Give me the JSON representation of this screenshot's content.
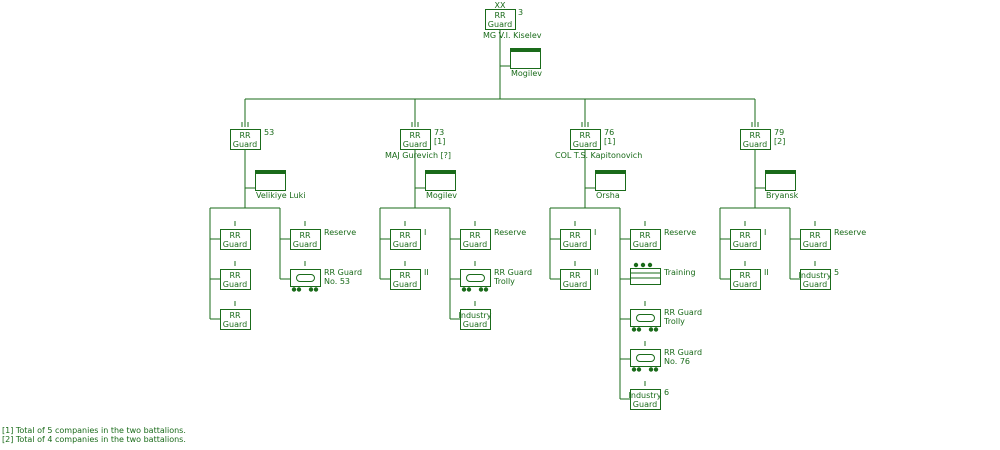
{
  "colors": {
    "line": "#1a6b1a",
    "background": "#ffffff"
  },
  "division": {
    "echelon": "XX",
    "unit": [
      "RR",
      "Guard"
    ],
    "number": "3",
    "commander": "MG  V.I. Kiselev",
    "hq_location": "Mogilev"
  },
  "regiments": [
    {
      "echelon": "III",
      "unit": [
        "RR",
        "Guard"
      ],
      "number": "53",
      "note": "",
      "commander": "",
      "hq_location": "Velikiye Luki",
      "battalions": [
        {
          "unit": [
            "RR",
            "Guard"
          ],
          "designation": ""
        },
        {
          "unit": [
            "RR",
            "Guard"
          ],
          "designation": ""
        },
        {
          "unit": [
            "RR",
            "Guard"
          ],
          "designation": ""
        }
      ],
      "support": [
        {
          "type": "rr-guard",
          "unit": [
            "RR",
            "Guard"
          ],
          "side_label": [
            "Reserve"
          ]
        },
        {
          "type": "trolly",
          "unit": [],
          "side_label": [
            "RR Guard",
            "No. 53"
          ]
        }
      ]
    },
    {
      "echelon": "III",
      "unit": [
        "RR",
        "Guard"
      ],
      "number": "73",
      "note": "[1]",
      "commander": "MAJ  Gurevich [?]",
      "hq_location": "Mogilev",
      "battalions": [
        {
          "unit": [
            "RR",
            "Guard"
          ],
          "designation": "I"
        },
        {
          "unit": [
            "RR",
            "Guard"
          ],
          "designation": "II"
        }
      ],
      "support": [
        {
          "type": "rr-guard",
          "unit": [
            "RR",
            "Guard"
          ],
          "side_label": [
            "Reserve"
          ]
        },
        {
          "type": "trolly",
          "unit": [],
          "side_label": [
            "RR Guard",
            "Trolly"
          ]
        },
        {
          "type": "industry",
          "unit": [
            "Industry",
            "Guard"
          ],
          "side_label": []
        }
      ]
    },
    {
      "echelon": "III",
      "unit": [
        "RR",
        "Guard"
      ],
      "number": "76",
      "note": "[1]",
      "commander": "COL  T.S. Kapitonovich",
      "hq_location": "Orsha",
      "battalions": [
        {
          "unit": [
            "RR",
            "Guard"
          ],
          "designation": "I"
        },
        {
          "unit": [
            "RR",
            "Guard"
          ],
          "designation": "II"
        }
      ],
      "support": [
        {
          "type": "rr-guard",
          "unit": [
            "RR",
            "Guard"
          ],
          "side_label": [
            "Reserve"
          ]
        },
        {
          "type": "training",
          "unit": [],
          "side_label": [
            "Training"
          ]
        },
        {
          "type": "trolly",
          "unit": [],
          "side_label": [
            "RR Guard",
            "Trolly"
          ]
        },
        {
          "type": "trolly",
          "unit": [],
          "side_label": [
            "RR Guard",
            "No. 76"
          ]
        },
        {
          "type": "industry",
          "unit": [
            "Industry",
            "Guard"
          ],
          "side_label": [
            "6"
          ]
        }
      ]
    },
    {
      "echelon": "III",
      "unit": [
        "RR",
        "Guard"
      ],
      "number": "79",
      "note": "[2]",
      "commander": "",
      "hq_location": "Bryansk",
      "battalions": [
        {
          "unit": [
            "RR",
            "Guard"
          ],
          "designation": "I"
        },
        {
          "unit": [
            "RR",
            "Guard"
          ],
          "designation": "II"
        }
      ],
      "support": [
        {
          "type": "rr-guard",
          "unit": [
            "RR",
            "Guard"
          ],
          "side_label": [
            "Reserve"
          ]
        },
        {
          "type": "industry",
          "unit": [
            "Industry",
            "Guard"
          ],
          "side_label": [
            "5"
          ]
        }
      ]
    }
  ],
  "footnotes": [
    "[1] Total of 5 companies in the two battalions.",
    "[2] Total of 4 companies in the two battalions."
  ]
}
